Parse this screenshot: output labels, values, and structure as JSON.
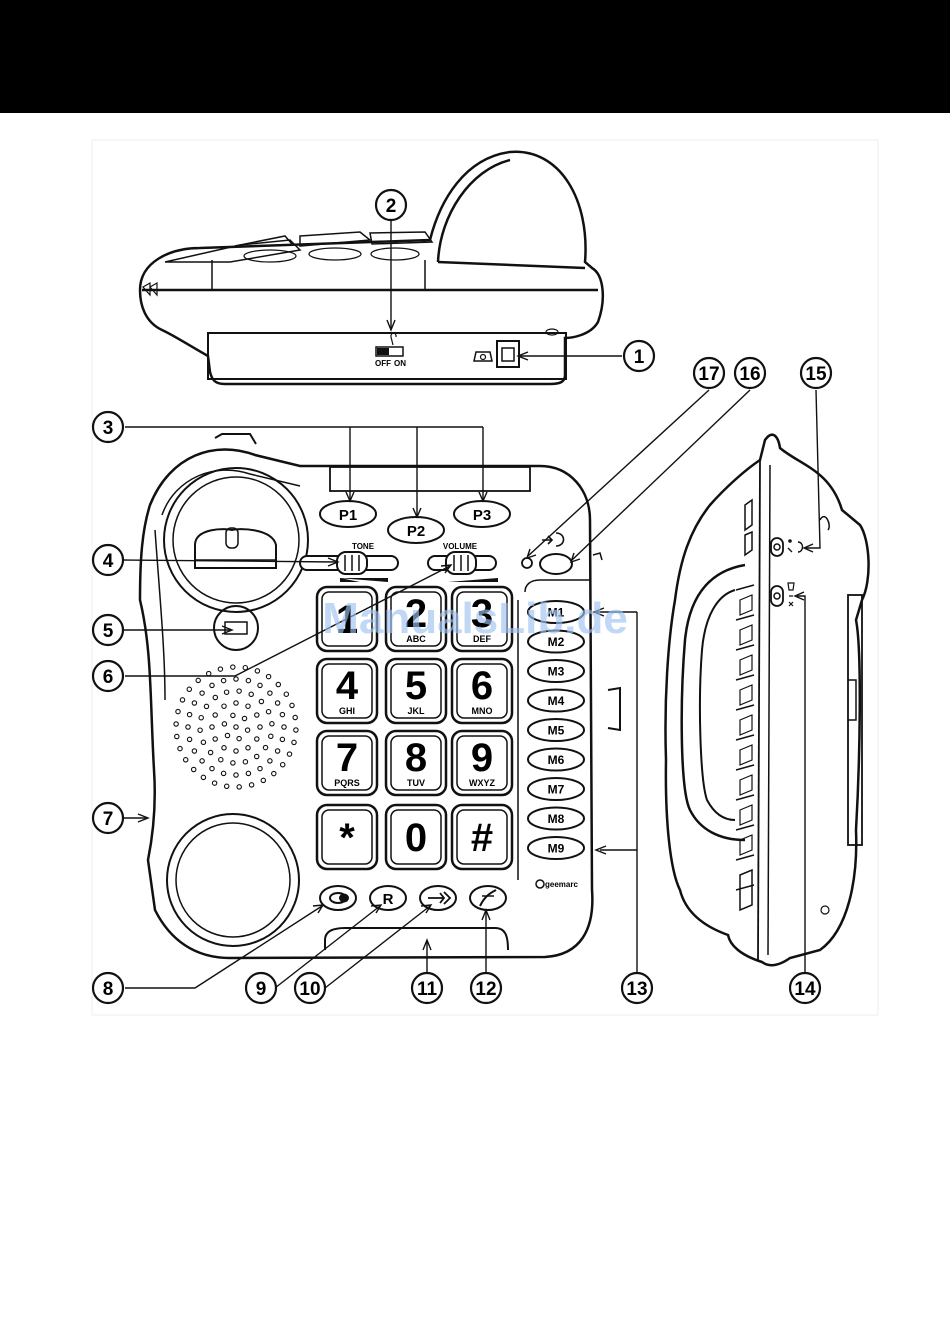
{
  "header": {
    "bar_color": "#000000"
  },
  "watermark": {
    "text": "ManualsLib.de",
    "color": "#9ec3f0"
  },
  "callouts": [
    "1",
    "2",
    "3",
    "4",
    "5",
    "6",
    "7",
    "8",
    "9",
    "10",
    "11",
    "12",
    "13",
    "14",
    "15",
    "16",
    "17"
  ],
  "rear_panel": {
    "switch_off": "OFF",
    "switch_on": "ON"
  },
  "program_keys": [
    "P1",
    "P2",
    "P3"
  ],
  "sliders": {
    "tone": "TONE",
    "volume": "VOLUME"
  },
  "keypad": [
    {
      "digit": "1",
      "letters": ""
    },
    {
      "digit": "2",
      "letters": "ABC"
    },
    {
      "digit": "3",
      "letters": "DEF"
    },
    {
      "digit": "4",
      "letters": "GHI"
    },
    {
      "digit": "5",
      "letters": "JKL"
    },
    {
      "digit": "6",
      "letters": "MNO"
    },
    {
      "digit": "7",
      "letters": "PQRS"
    },
    {
      "digit": "8",
      "letters": "TUV"
    },
    {
      "digit": "9",
      "letters": "WXYZ"
    },
    {
      "digit": "*",
      "letters": ""
    },
    {
      "digit": "0",
      "letters": ""
    },
    {
      "digit": "#",
      "letters": ""
    }
  ],
  "memory_keys": [
    "M1",
    "M2",
    "M3",
    "M4",
    "M5",
    "M6",
    "M7",
    "M8",
    "M9"
  ],
  "function_keys": {
    "recall": "R"
  },
  "brand": "geemarc"
}
